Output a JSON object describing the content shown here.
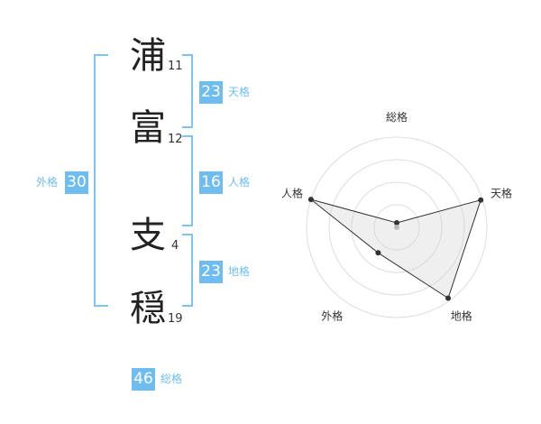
{
  "name": {
    "chars": [
      {
        "char": "浦",
        "strokes": "11"
      },
      {
        "char": "富",
        "strokes": "12"
      },
      {
        "char": "支",
        "strokes": "4"
      },
      {
        "char": "穏",
        "strokes": "19"
      }
    ]
  },
  "fortunes": {
    "tenkaku": {
      "value": "23",
      "label": "天格"
    },
    "jinkaku": {
      "value": "16",
      "label": "人格"
    },
    "chikaku": {
      "value": "23",
      "label": "地格"
    },
    "gaikaku": {
      "value": "30",
      "label": "外格"
    },
    "soukaku": {
      "value": "46",
      "label": "総格"
    }
  },
  "colors": {
    "accent": "#6fbdf0",
    "bracket": "#7ec4f2",
    "text": "#222222"
  },
  "chart_data": {
    "type": "radar",
    "axes": [
      "総格",
      "天格",
      "地格",
      "外格",
      "人格"
    ],
    "values": [
      0.05,
      0.98,
      0.97,
      0.35,
      1.0
    ],
    "max": 1.0,
    "rings": 4
  }
}
